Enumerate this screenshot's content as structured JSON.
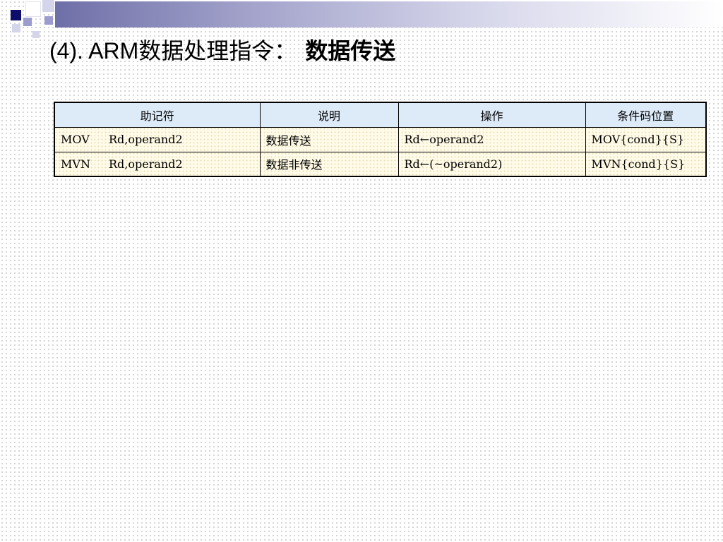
{
  "slide": {
    "title_main": "(4). ARM数据处理指令：",
    "title_emphasis": "数据传送"
  },
  "table": {
    "headers": [
      "助记符",
      "说明",
      "操作",
      "条件码位置"
    ],
    "rows": [
      {
        "mnemonic": "MOV",
        "operands": "Rd,operand2",
        "description": "数据传送",
        "operation": "Rd←operand2",
        "condition": "MOV{cond}{S}"
      },
      {
        "mnemonic": "MVN",
        "operands": "Rd,operand2",
        "description": "数据非传送",
        "operation": "Rd←(~operand2)",
        "condition": "MVN{cond}{S}"
      }
    ]
  }
}
